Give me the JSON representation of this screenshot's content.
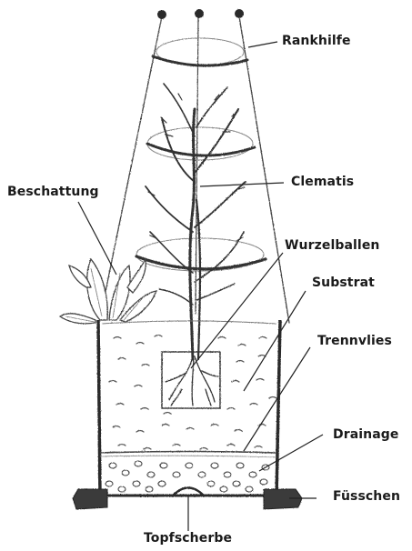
{
  "diagram": {
    "labels": {
      "rankhilfe": "Rankhilfe",
      "clematis": "Clematis",
      "beschattung": "Beschattung",
      "wurzelballen": "Wurzelballen",
      "substrat": "Substrat",
      "trennvlies": "Trennvlies",
      "drainage": "Drainage",
      "fuesschen": "Füsschen",
      "topfscherbe": "Topfscherbe"
    },
    "colors": {
      "ink": "#2a2a2a",
      "pencil": "#555555",
      "paper": "#ffffff"
    }
  }
}
